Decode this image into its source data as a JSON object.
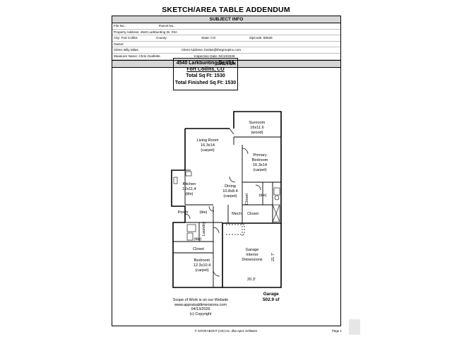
{
  "title": "SKETCH/AREA TABLE ADDENDUM",
  "subject_info": {
    "header": "SUBJECT INFO",
    "rows": [
      [
        {
          "text": "File No.:"
        },
        {
          "text": "Parcel No.:"
        }
      ],
      [
        {
          "text": "Property Address: 4540 Larkbunting Dr. #3A"
        }
      ],
      [
        {
          "text": "City: Fort Collins"
        },
        {
          "text": "County:"
        },
        {
          "text": "State: CO"
        },
        {
          "text": "ZipCode: 80526"
        }
      ],
      [
        {
          "text": "Owner:"
        }
      ],
      [
        {
          "text": "Client: Billy Miles"
        },
        {
          "text": "Client Address: bmiles@thegroupinc.com"
        }
      ],
      [
        {
          "text": "Measurer Name: Chris Ouellette"
        },
        {
          "text": "Inspection Date: 04/13/2026"
        }
      ]
    ]
  },
  "sketch_header": "SKETCH",
  "summary_box": {
    "address": "4540 Larkbunting Dr #3A",
    "city": "Fort Collins, CO",
    "total_sqft": "Total Sq Ft: 1530",
    "total_finished_sqft": "Total Finished Sq Ft: 1530"
  },
  "rooms": {
    "sunroom": [
      "Sunroom",
      "16x11.6",
      "(wood)"
    ],
    "living": [
      "Living Room",
      "16.3x14",
      "(carpet)"
    ],
    "primary": [
      "Primary",
      "Bedroom",
      "16.3x14",
      "(carpet)"
    ],
    "kitchen": [
      "Kitchen",
      "12x11.4",
      "(tile)"
    ],
    "dining": [
      "Dining",
      "10.8x8.4",
      "(carpet)"
    ],
    "tile1": "(tile)",
    "closet_v": "Closet",
    "porch": "Porch",
    "tile2": "(tile)",
    "mech": "Mech",
    "closet_r": "Closet",
    "laundry": "Laundry",
    "tile3": "(tile)",
    "closet_l": "Closet",
    "bedroom": [
      "Bedroom",
      "12.3x10.4",
      "(carpet)"
    ],
    "garage_int": [
      "Garage",
      "Interior",
      "Dimensions"
    ],
    "dim_vertical": "21.7'",
    "dim_horizontal": "20.3'"
  },
  "footer_note": [
    "Scope of Work is on our Website",
    "www.appraisaldimensions.com",
    "04/13/2026",
    "(c) Copyright"
  ],
  "garage_area": [
    "Garage",
    "502.9 sf"
  ],
  "copyright": "© SOOKABOUT (US) Inc. dba Apex Software",
  "page_label": "Page 1"
}
